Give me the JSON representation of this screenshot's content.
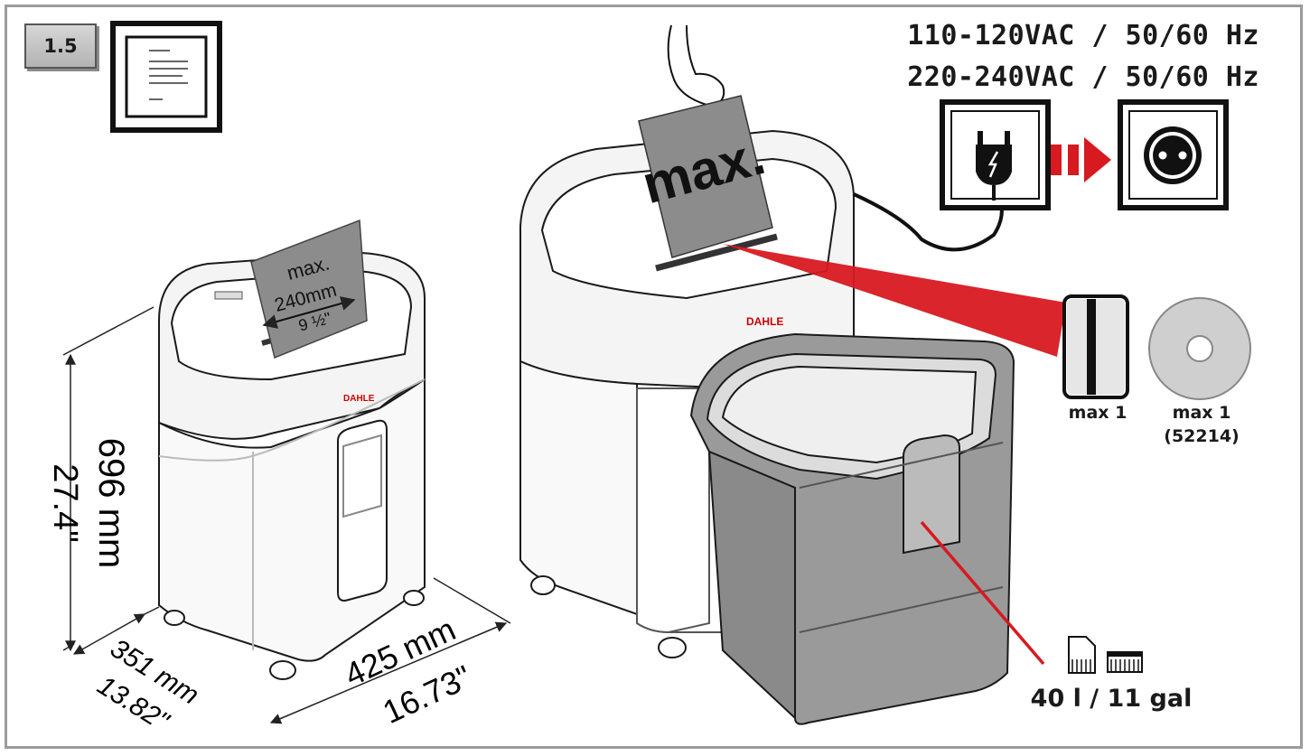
{
  "step": "1.5",
  "power": {
    "line1": "110-120VAC / 50/60 Hz",
    "line2": "220-240VAC / 50/60 Hz"
  },
  "left_shredder": {
    "paper_label": "max.",
    "paper_width_mm": "240mm",
    "paper_width_in": "9 ½\"",
    "brand": "DAHLE",
    "height_mm": "696 mm",
    "height_in": "27.4\"",
    "depth_mm": "351 mm",
    "depth_in": "13.82\"",
    "width_mm": "425 mm",
    "width_in": "16.73\""
  },
  "right_shredder": {
    "paper_label": "max.",
    "brand": "DAHLE"
  },
  "card_label": "max 1",
  "cd_label": "max 1",
  "cd_model": "(52214)",
  "bin_capacity": "40 l / 11 gal",
  "colors": {
    "accent_red": "#d71920",
    "paper_gray": "#8c8c8c",
    "frame_gray": "#9b9b9b"
  },
  "icons": [
    "document-icon",
    "plug-icon",
    "socket-icon",
    "arrow-right-icon",
    "card-icon",
    "cd-icon",
    "strip-cut-icon",
    "cross-cut-icon"
  ]
}
